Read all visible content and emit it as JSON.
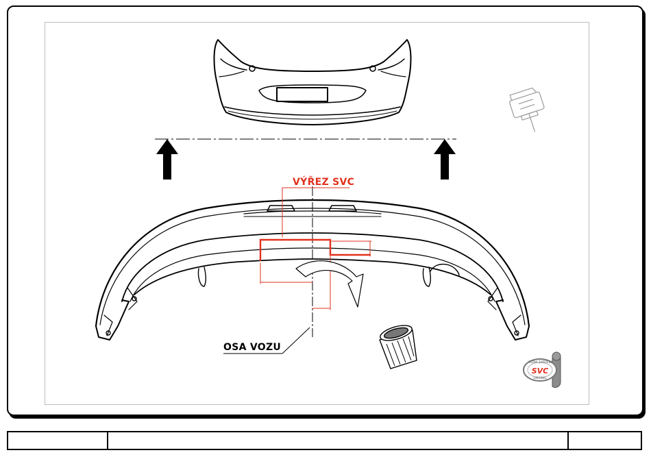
{
  "labels": {
    "cutout": "VÝŘEZ SVC",
    "axis": "OSA VOZU"
  },
  "logo": {
    "top_text": "TAŽNÁ ZAŘÍZENÍ",
    "brand": "SVC",
    "bottom_text": "ORIGINAL"
  },
  "title_block": {
    "left": "",
    "middle": "",
    "right": ""
  },
  "colors": {
    "cut_red": "#e2311d",
    "line": "#000000",
    "frame_gray": "#bdbdbd"
  }
}
